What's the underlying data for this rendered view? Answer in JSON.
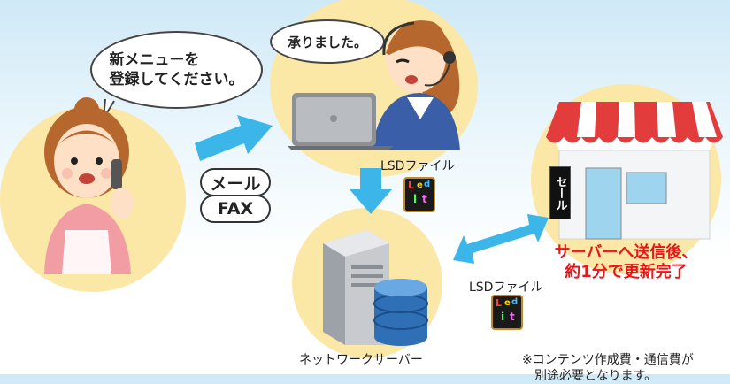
{
  "customer": {
    "speech": [
      "新メニューを",
      "登録してください。"
    ]
  },
  "operator": {
    "speech": "承りました。"
  },
  "channels": [
    "メール",
    "FAX"
  ],
  "file_labels": [
    "LSDファイル",
    "LSDファイル"
  ],
  "file_icon_letters": [
    "L",
    "e",
    "d",
    "i",
    "t"
  ],
  "server": {
    "caption": "ネットワークサーバー"
  },
  "store": {
    "sign": "セール",
    "completion": [
      "サーバーへ送信後、",
      "約1分で更新完了"
    ]
  },
  "footnote": [
    "※コンテンツ作成費・通信費が",
    "別途必要となります。"
  ],
  "colors": {
    "arrow": "#3cb6e8",
    "circle": "#fbe7a6",
    "alert": "#e8161b"
  }
}
